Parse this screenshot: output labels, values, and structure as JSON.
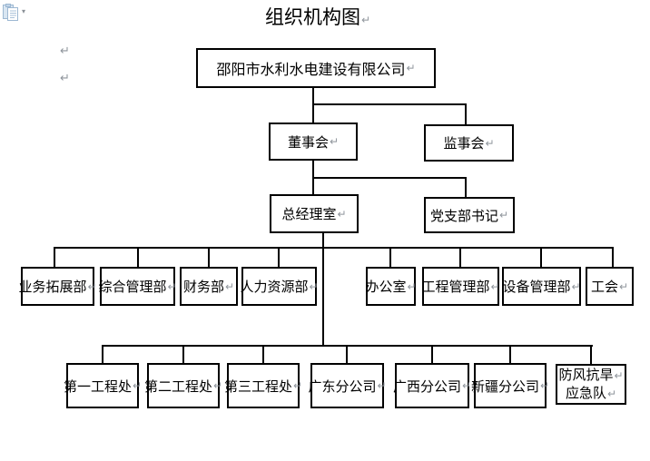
{
  "icons": {
    "paste_options": "clipboard-paste",
    "dropdown_arrow": "▾"
  },
  "marks": {
    "pilcrow": "↵"
  },
  "title": {
    "text": "组织机构图"
  },
  "org": {
    "root": {
      "label": "邵阳市水利水电建设有限公司"
    },
    "governance": [
      {
        "label": "董事会"
      },
      {
        "label": "监事会"
      }
    ],
    "management": [
      {
        "label": "总经理室"
      },
      {
        "label": "党支部书记"
      }
    ],
    "departments": [
      {
        "label": "业务拓展部"
      },
      {
        "label": "综合管理部"
      },
      {
        "label": "财务部"
      },
      {
        "label": "人力资源部"
      },
      {
        "label": "办公室"
      },
      {
        "label": "工程管理部"
      },
      {
        "label": "设备管理部"
      },
      {
        "label": "工会"
      }
    ],
    "units": [
      {
        "label": "第一工程处"
      },
      {
        "label": "第二工程处"
      },
      {
        "label": "第三工程处"
      },
      {
        "label": "广东分公司"
      },
      {
        "label": "广西分公司"
      },
      {
        "label": "新疆分公司"
      },
      {
        "label": "防风抗旱",
        "label2": "应急队"
      }
    ]
  }
}
